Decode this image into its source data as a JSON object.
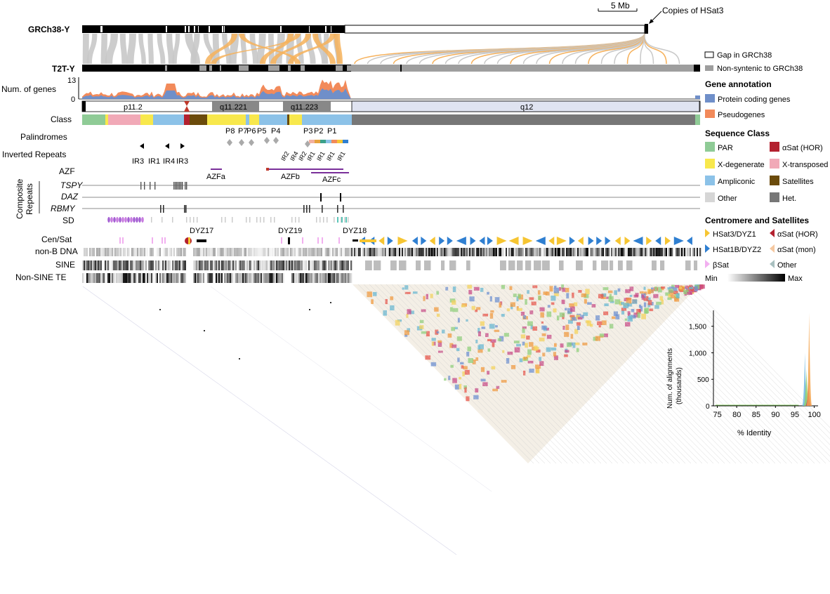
{
  "header": {
    "ref_label": "GRCh38-Y",
    "t2t_label": "T2T-Y",
    "scale_bar": "5 Mb",
    "hsat3_note": "Copies of HSat3"
  },
  "tracks": {
    "genes": "Num. of genes",
    "genes_max": "13",
    "genes_min": "0",
    "class": "Class",
    "palindromes": "Palindromes",
    "inverted_repeats": "Inverted Repeats",
    "azf": "AZF",
    "tspy": "TSPY",
    "daz": "DAZ",
    "rbmy": "RBMY",
    "composite_line1": "Composite",
    "composite_line2": "Repeats",
    "sd": "SD",
    "censat": "Cen/Sat",
    "nonb": "non-B DNA",
    "sine": "SINE",
    "nonsine": "Non-SINE TE"
  },
  "bands": [
    "p11.2",
    "q11.221",
    "q11.223",
    "q12"
  ],
  "palindrome_labels": [
    "P8",
    "P7",
    "P6",
    "P5",
    "P4",
    "P3",
    "P2",
    "P1"
  ],
  "ir_labels": [
    "IR3",
    "IR1",
    "IR4",
    "IR3"
  ],
  "ir_small": [
    "IR2",
    "IR4",
    "IR2",
    "IR1",
    "IR1",
    "IR1",
    "IR1"
  ],
  "azf_labels": [
    "AZFa",
    "AZFb",
    "AZFc"
  ],
  "censat_labels": [
    "DYZ17",
    "DYZ19",
    "DYZ18"
  ],
  "legend": {
    "gap": "Gap in GRCh38",
    "nonsyntenic": "Non-syntenic to GRCh38",
    "gene_title": "Gene annotation",
    "protein": "Protein coding genes",
    "pseudo": "Pseudogenes",
    "seq_title": "Sequence Class",
    "seq_items": [
      {
        "label": "PAR",
        "color": "#8fcb96"
      },
      {
        "label": "αSat (HOR)",
        "color": "#b3212f"
      },
      {
        "label": "X-degenerate",
        "color": "#f8e84c"
      },
      {
        "label": "X-transposed",
        "color": "#f1a9b7"
      },
      {
        "label": "Ampliconic",
        "color": "#8cc2e8"
      },
      {
        "label": "Satellites",
        "color": "#6b4b0b"
      },
      {
        "label": "Other",
        "color": "#d6d6d6"
      },
      {
        "label": "Het.",
        "color": "#777777"
      }
    ],
    "cen_title": "Centromere and Satellites",
    "cen_items": [
      {
        "label": "HSat3/DYZ1",
        "color": "#f6c532"
      },
      {
        "label": "αSat (HOR)",
        "color": "#b3212f"
      },
      {
        "label": "HSat1B/DYZ2",
        "color": "#2f7fd1"
      },
      {
        "label": "αSat (mon)",
        "color": "#f5c8a0"
      },
      {
        "label": "βSat",
        "color": "#f2b0f0"
      },
      {
        "label": "Other",
        "color": "#a8bfbf"
      }
    ],
    "min": "Min",
    "max": "Max"
  },
  "colors": {
    "protein": "#6f8fc9",
    "pseudo": "#f28a5a",
    "ampliconic": "#8cc2e8",
    "hsat3": "#f6c532",
    "hsat1b": "#2f7fd1"
  },
  "chart_data": {
    "type": "area",
    "xlabel": "% Identity",
    "ylabel_line1": "Num. of alignments",
    "ylabel_line2": "(thousands)",
    "xlim": [
      74,
      101
    ],
    "ylim": [
      0,
      1800
    ],
    "xticks": [
      "75",
      "80",
      "85",
      "90",
      "95",
      "100"
    ],
    "yticks": [
      "0",
      "500",
      "1,000",
      "1,500"
    ],
    "peaks": [
      {
        "name": "",
        "color": "#6fb8e0",
        "center": 97.6,
        "height": 1000
      },
      {
        "name": "",
        "color": "#8ccf6a",
        "center": 98.0,
        "height": 700
      },
      {
        "name": "",
        "color": "#b5276a",
        "center": 98.5,
        "height": 450
      },
      {
        "name": "",
        "color": "#f3a24a",
        "center": 98.7,
        "height": 1750
      }
    ]
  }
}
